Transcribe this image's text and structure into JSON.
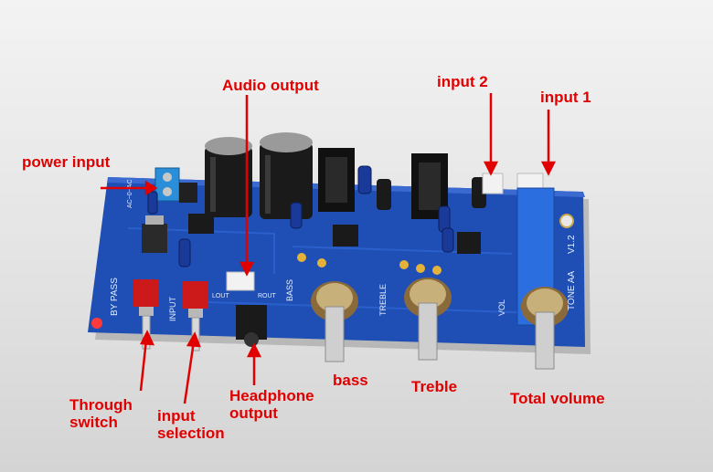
{
  "labels": {
    "audio_output": "Audio output",
    "input_2": "input 2",
    "input_1": "input 1",
    "power_input": "power input",
    "through_switch_line1": "Through",
    "through_switch_line2": "switch",
    "input_selection_line1": "input",
    "input_selection_line2": "selection",
    "headphone_output_line1": "Headphone",
    "headphone_output_line2": "output",
    "bass": "bass",
    "treble": "Treble",
    "total_volume": "Total volume"
  },
  "silkscreen": {
    "by_pass": "BY PASS",
    "input": "INPUT",
    "bass": "BASS",
    "treble": "TREBLE",
    "vol": "VOL",
    "tone": "TONE AA",
    "version": "V1.2",
    "lout": "LOUT",
    "rout": "ROUT",
    "ac": "AC~0~AC"
  },
  "colors": {
    "callout": "#e00000",
    "pcb": "#1f4fb4",
    "background": "#e6e6e6"
  }
}
